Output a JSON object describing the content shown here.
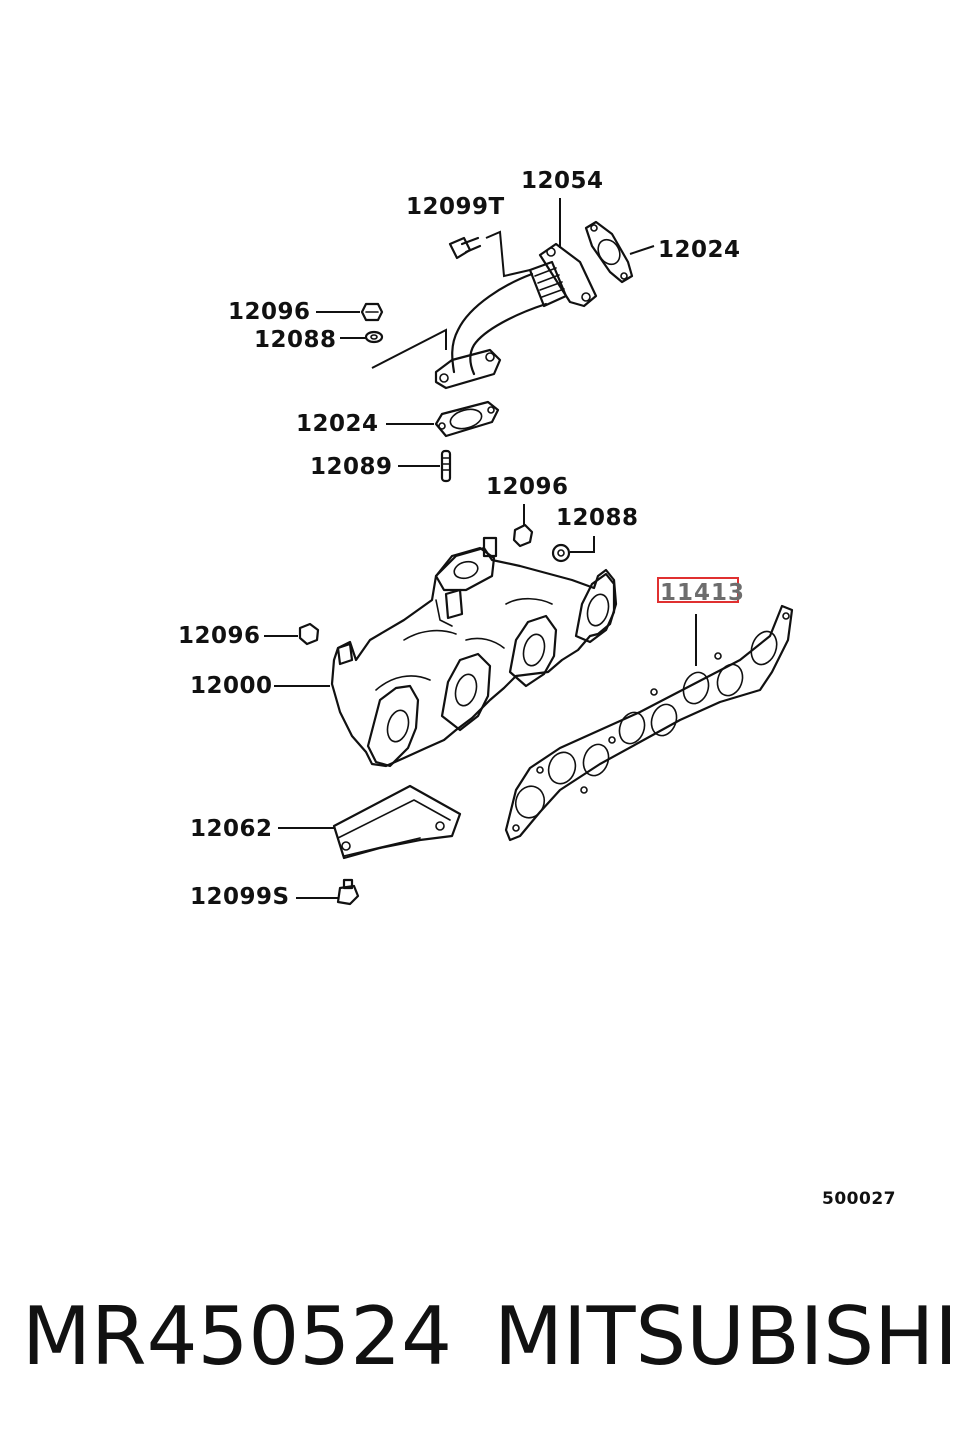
{
  "diagram": {
    "labels": {
      "p12054": "12054",
      "p12099T": "12099T",
      "p12024_top": "12024",
      "p12096_top": "12096",
      "p12088_top": "12088",
      "p12024_mid": "12024",
      "p12089": "12089",
      "p12096_mid": "12096",
      "p12088_mid": "12088",
      "p11413": "11413",
      "p12096_left": "12096",
      "p12000": "12000",
      "p12062": "12062",
      "p12099S": "12099S"
    },
    "highlighted_part": "11413",
    "highlight_color": "#e03030",
    "reference_code": "500027"
  },
  "footer": {
    "part_number": "MR450524",
    "brand": "MITSUBISHI"
  }
}
